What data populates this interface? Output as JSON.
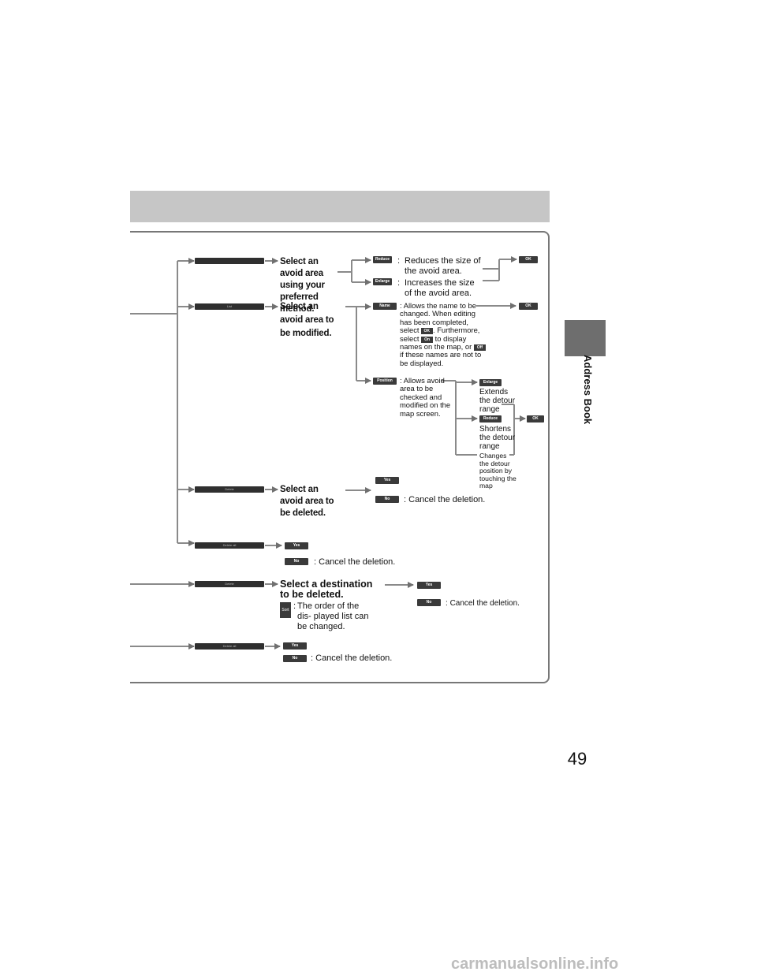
{
  "page": {
    "page_number": "49",
    "side_label": "Address Book",
    "watermark": "carmanualsonline.info"
  },
  "menu_bars": {
    "bar1": "",
    "bar2": "List",
    "bar3": "Delete",
    "bar4": "Delete all",
    "bar5": "Delete",
    "bar6": "Delete all"
  },
  "labels": {
    "select_avoid_method": "Select an avoid area using your preferred method.",
    "select_avoid_modify": "Select an avoid area to be modified.",
    "select_avoid_delete": "Select an avoid area to be deleted.",
    "select_destination_delete": "Select a destination to be deleted."
  },
  "buttons": {
    "reduce": "Reduce",
    "enlarge": "Enlarge",
    "ok": "OK",
    "name": "Name",
    "position": "Position",
    "on": "On",
    "off": "Off",
    "yes": "Yes",
    "no": "No",
    "sort": "Sort"
  },
  "descriptions": {
    "reduce": "Reduces the size of the avoid area.",
    "enlarge": "Increases the size of the avoid area.",
    "name_1": "Allows the name to be changed. When editing has been completed, select",
    "name_2": ". Furthermore, select",
    "name_3": "to display names on the map, or",
    "name_4": "if these names are not to be displayed.",
    "position": "Allows avoid area to be checked and modified on the map screen.",
    "extends": "Extends the detour range",
    "shortens": "Shortens the detour range",
    "changes": "Changes the detour position by touching the map",
    "cancel": "Cancel the deletion.",
    "sort": "The order of the dis- played list can be changed."
  }
}
